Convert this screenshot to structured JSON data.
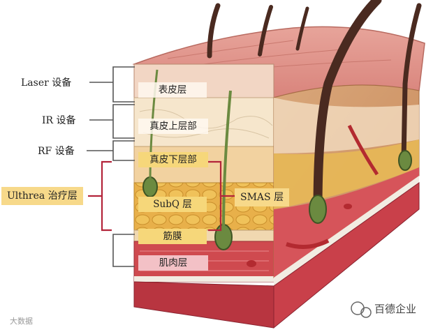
{
  "devices": {
    "laser": "Laser 设备",
    "ir": "IR 设备",
    "rf": "RF 设备"
  },
  "treatment_layer": "Ulthrea 治疗层",
  "smas_label": "SMAS 层",
  "layers": {
    "epidermis": "表皮层",
    "upper_dermis": "真皮上层部",
    "lower_dermis": "真皮下层部",
    "subq": "SubQ 层",
    "fascia": "筋膜",
    "muscle": "肌肉层"
  },
  "watermarks": {
    "brand": "百德企业",
    "corner": "大数据"
  },
  "colors": {
    "tag_yellow": "#f7d98a",
    "bracket_red": "#b3243a",
    "bracket_gray": "#555555"
  }
}
